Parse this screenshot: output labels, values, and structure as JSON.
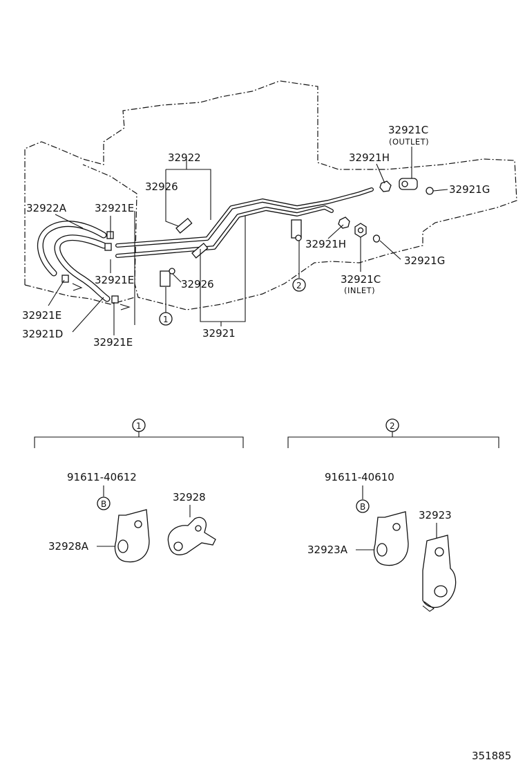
{
  "callouts": {
    "c_32922": "32922",
    "c_32926_top": "32926",
    "c_32922a": "32922A",
    "c_32921e_1": "32921E",
    "c_32921e_2": "32921E",
    "c_32921e_3": "32921E",
    "c_32921e_4": "32921E",
    "c_32921d": "32921D",
    "c_32926_mid": "32926",
    "c_32921": "32921",
    "c_32921c_outlet": "32921C",
    "outlet_note": "(OUTLET)",
    "c_32921h_top": "32921H",
    "c_32921g_top": "32921G",
    "c_32921h_mid": "32921H",
    "c_32921g_mid": "32921G",
    "c_32921c_inlet": "32921C",
    "inlet_note": "(INLET)"
  },
  "refs": {
    "ref1": "1",
    "ref2": "2",
    "group1": "1",
    "group2": "2",
    "bolt_b1": "B",
    "bolt_b2": "B"
  },
  "detail1": {
    "bolt": "91611-40612",
    "clamp": "32928",
    "bracket": "32928A"
  },
  "detail2": {
    "bolt": "91611-40610",
    "clamp": "32923",
    "bracket": "32923A"
  },
  "illustration_id": "351885"
}
